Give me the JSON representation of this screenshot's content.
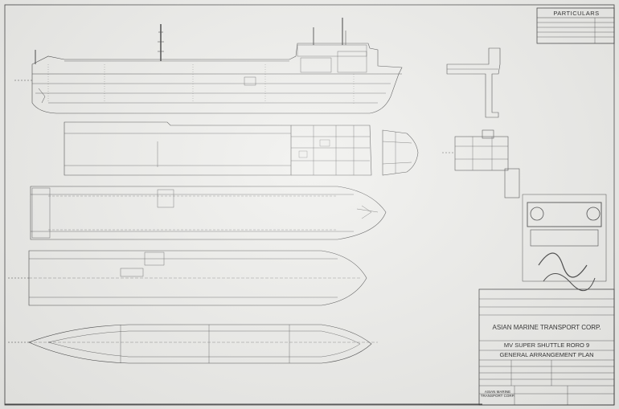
{
  "particulars": {
    "heading": "PARTICULARS"
  },
  "title_block": {
    "company": "ASIAN MARINE TRANSPORT CORP.",
    "vessel": "MV SUPER SHUTTLE RORO 9",
    "drawing": "GENERAL ARRANGEMENT PLAN",
    "maker": "ASIAN MARINE TRANSPORT CORP."
  },
  "colors": {
    "paper": "#ecece9",
    "ink": "#3a3a3a",
    "stamp_ink": "#2a2a2a"
  }
}
